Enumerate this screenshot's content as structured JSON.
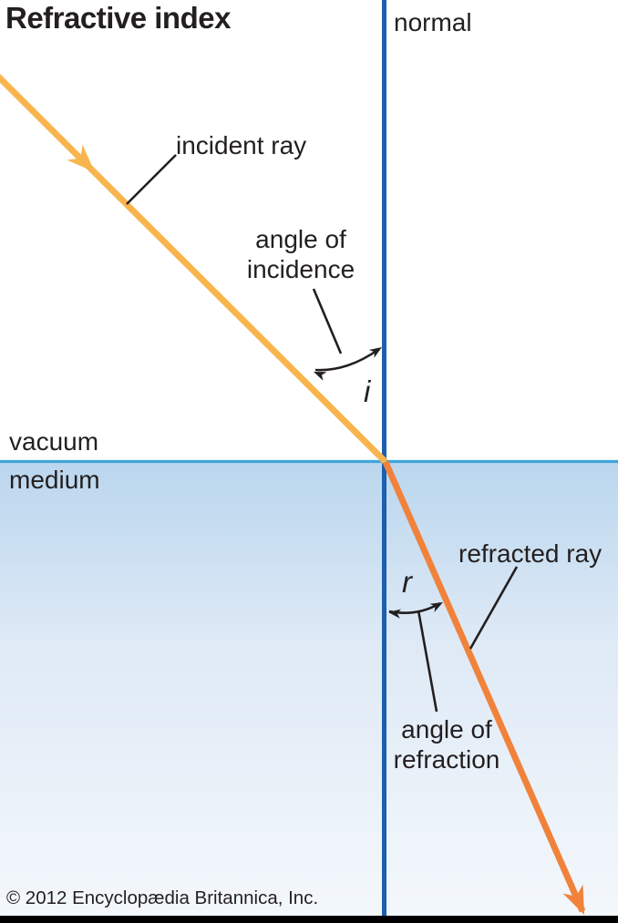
{
  "title": "Refractive index",
  "labels": {
    "normal": "normal",
    "incident_ray": "incident ray",
    "angle_of_incidence": "angle of\nincidence",
    "incidence_symbol": "i",
    "vacuum": "vacuum",
    "medium": "medium",
    "refracted_ray": "refracted ray",
    "refraction_symbol": "r",
    "angle_of_refraction": "angle of\nrefraction"
  },
  "footer": {
    "copyright": "© 2012 Encyclopædia Britannica, Inc."
  },
  "colors": {
    "incident_ray": "#F8B54E",
    "refracted_ray": "#F0823B",
    "normal_line": "#1C5FAC",
    "interface_line": "#3FA5DB",
    "medium_top": "#BAD6EE",
    "medium_mid": "#DFEAF6",
    "medium_bottom": "#F4F8FC",
    "text": "#231F20",
    "bottom_bar": "#000000"
  }
}
